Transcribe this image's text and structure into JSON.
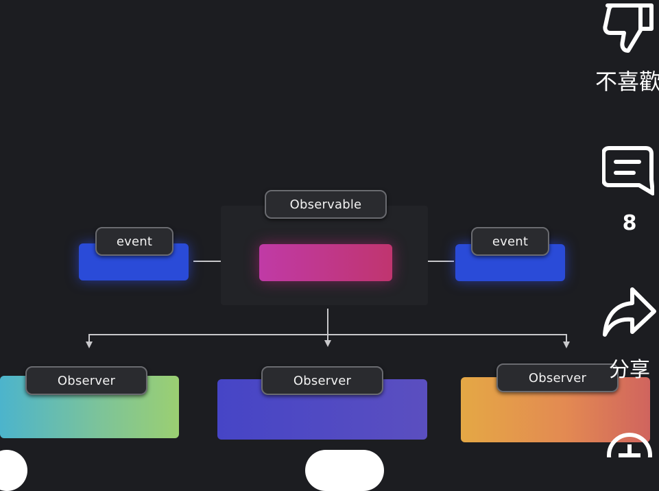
{
  "diagram": {
    "observable_label": "Observable",
    "event_left_label": "event",
    "event_right_label": "event",
    "observers": [
      {
        "label": "Observer"
      },
      {
        "label": "Observer"
      },
      {
        "label": "Observer"
      }
    ]
  },
  "side_actions": {
    "dislike_label": "不喜歡",
    "comments_count": "8",
    "share_label": "分享"
  },
  "icons": [
    "thumbs-down-icon",
    "comment-icon",
    "share-icon",
    "remix-icon"
  ],
  "colors": {
    "background": "#1c1d21",
    "event": "#2a4bd8",
    "observable": "#c03aa6",
    "observer_green": "#7cc39a",
    "observer_purple": "#4645c6",
    "observer_orange": "#e38a52"
  }
}
